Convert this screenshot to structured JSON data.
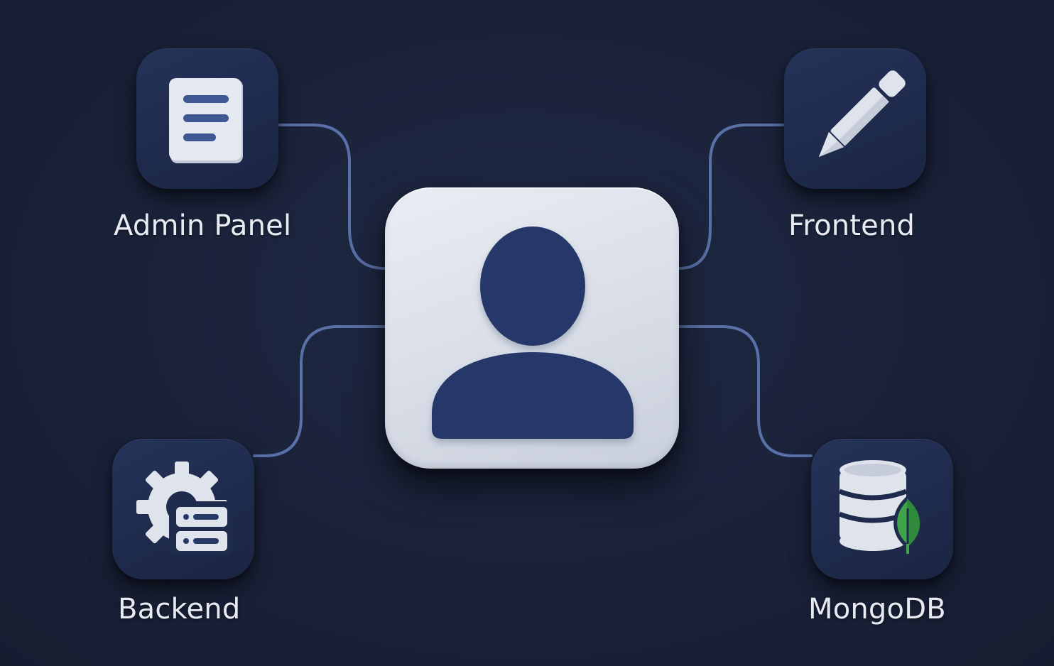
{
  "diagram": {
    "center": {
      "icon": "user-icon"
    },
    "nodes": [
      {
        "id": "admin",
        "label": "Admin Panel",
        "icon": "document-icon"
      },
      {
        "id": "frontend",
        "label": "Frontend",
        "icon": "pencil-icon"
      },
      {
        "id": "backend",
        "label": "Backend",
        "icon": "gear-server-icon"
      },
      {
        "id": "mongodb",
        "label": "MongoDB",
        "icon": "database-leaf-icon"
      }
    ],
    "edges": [
      {
        "from": "admin",
        "to": "center"
      },
      {
        "from": "frontend",
        "to": "center"
      },
      {
        "from": "backend",
        "to": "center"
      },
      {
        "from": "mongodb",
        "to": "center"
      }
    ]
  },
  "colors": {
    "background": "#1a2239",
    "tile": "#1f2b4c",
    "connector": "#5a70a8",
    "icon_light": "#dfe3ec",
    "icon_dark": "#263866",
    "card_light": "#e2e6ee",
    "leaf_green": "#3fa34a",
    "label_text": "#e8ebf2"
  }
}
